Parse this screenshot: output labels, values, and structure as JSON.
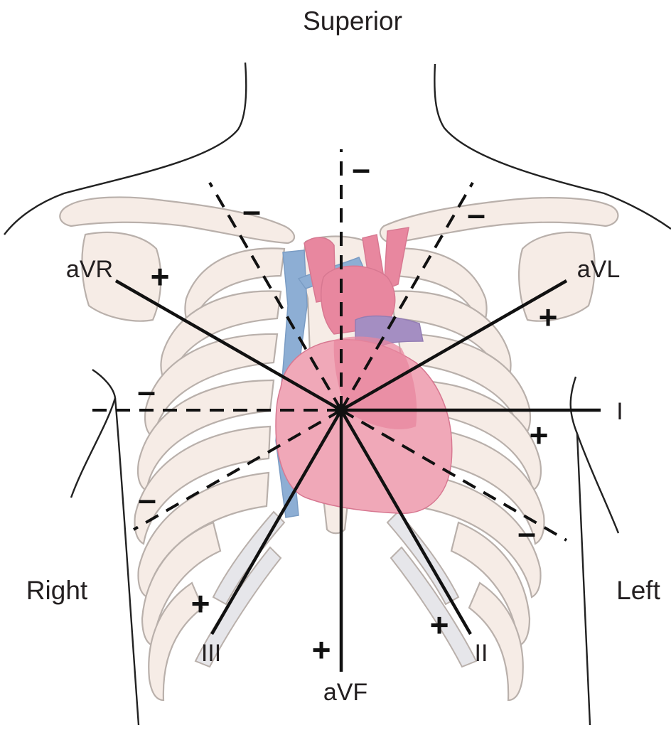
{
  "orientation": {
    "superior": "Superior",
    "right": "Right",
    "left": "Left"
  },
  "leads": {
    "avr": "aVR",
    "avl": "aVL",
    "i": "I",
    "ii": "II",
    "iii": "III",
    "avf": "aVF"
  },
  "polarity": {
    "positive": "+",
    "negative": "–"
  },
  "colors": {
    "heart": "#e8879f",
    "heart_light": "#f0a8b8",
    "vein": "#8daed4",
    "pulmonary": "#a48ec2",
    "line": "#111111"
  }
}
